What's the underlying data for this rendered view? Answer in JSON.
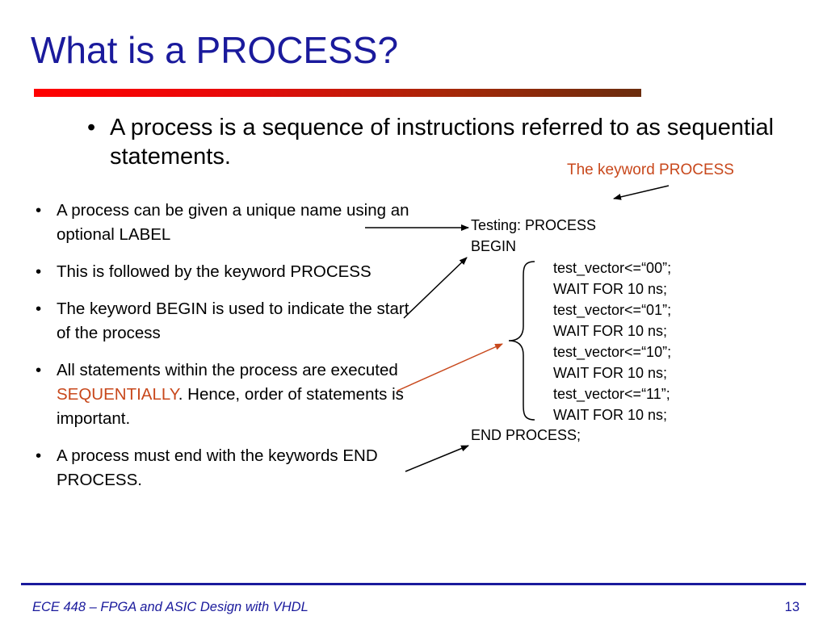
{
  "slide": {
    "title": "What is a PROCESS?",
    "main_bullet": "A process is a sequence of instructions referred to as sequential statements.",
    "keyword_note": "The keyword PROCESS",
    "bullet_char": "•",
    "bullets": [
      {
        "text": "A process can be given a unique name using an optional LABEL"
      },
      {
        "text": "This is followed by the keyword PROCESS"
      },
      {
        "text": "The keyword BEGIN is used to indicate the start of the process"
      },
      {
        "pre": "All statements within the process are executed ",
        "emphasis": "SEQUENTIALLY",
        "post": ". Hence, order of statements is important."
      },
      {
        "text": "A process must end with the keywords END PROCESS."
      }
    ],
    "code": {
      "header": [
        "Testing: PROCESS",
        "BEGIN"
      ],
      "body": [
        "test_vector<=“00”;",
        "WAIT FOR 10 ns;",
        "test_vector<=“01”;",
        "WAIT FOR 10 ns;",
        "test_vector<=“10”;",
        "WAIT FOR 10 ns;",
        "test_vector<=“11”;",
        "WAIT FOR 10 ns;"
      ],
      "footer": "END PROCESS;"
    },
    "footer": {
      "course": "ECE 448 – FPGA and ASIC Design with VHDL",
      "page_number": "13"
    }
  },
  "colors": {
    "title": "#1a1a9c",
    "emphasis": "#c8481c",
    "footer": "#1a1a9c",
    "bar_start": "#ff0000",
    "bar_end": "#6b2d0e"
  }
}
